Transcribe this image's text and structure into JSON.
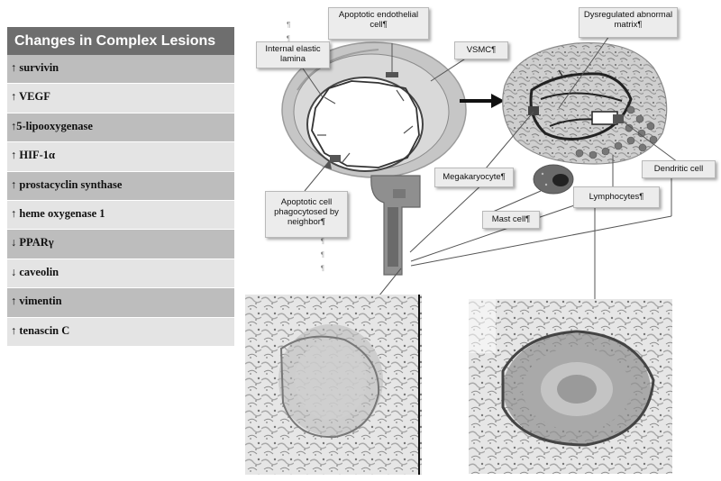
{
  "table": {
    "header": "Changes in Complex Lesions",
    "rows": [
      "↑ survivin",
      "↑ VEGF",
      "↑5-lipooxygenase",
      "↑ HIF-1α",
      "↑ prostacyclin synthase",
      "↑ heme oxygenase 1",
      "↓ PPARγ",
      "↓ caveolin",
      "↑ vimentin",
      "↑ tenascin C"
    ]
  },
  "callouts": {
    "apoptotic_endothelial": "Apoptotic endothelial cell¶",
    "internal_elastic_lamina": "Internal elastic lamina",
    "vsmc": "VSMC¶",
    "dysregulated_matrix": "Dysregulated abnormal matrix¶",
    "apoptotic_phagocytosed": "Apoptotic cell phagocytosed by neighbor¶",
    "megakaryocyte": "Megakaryocyte¶",
    "mast_cell": "Mast cell¶",
    "lymphocytes": "Lymphocytes¶",
    "dendritic_cell": "Dendritic cell"
  },
  "pilcrow": "¶",
  "colors": {
    "header_bg": "#6e6e6e",
    "row_dark": "#bdbdbd",
    "row_light": "#e4e4e4",
    "callout_bg": "#ececec"
  }
}
